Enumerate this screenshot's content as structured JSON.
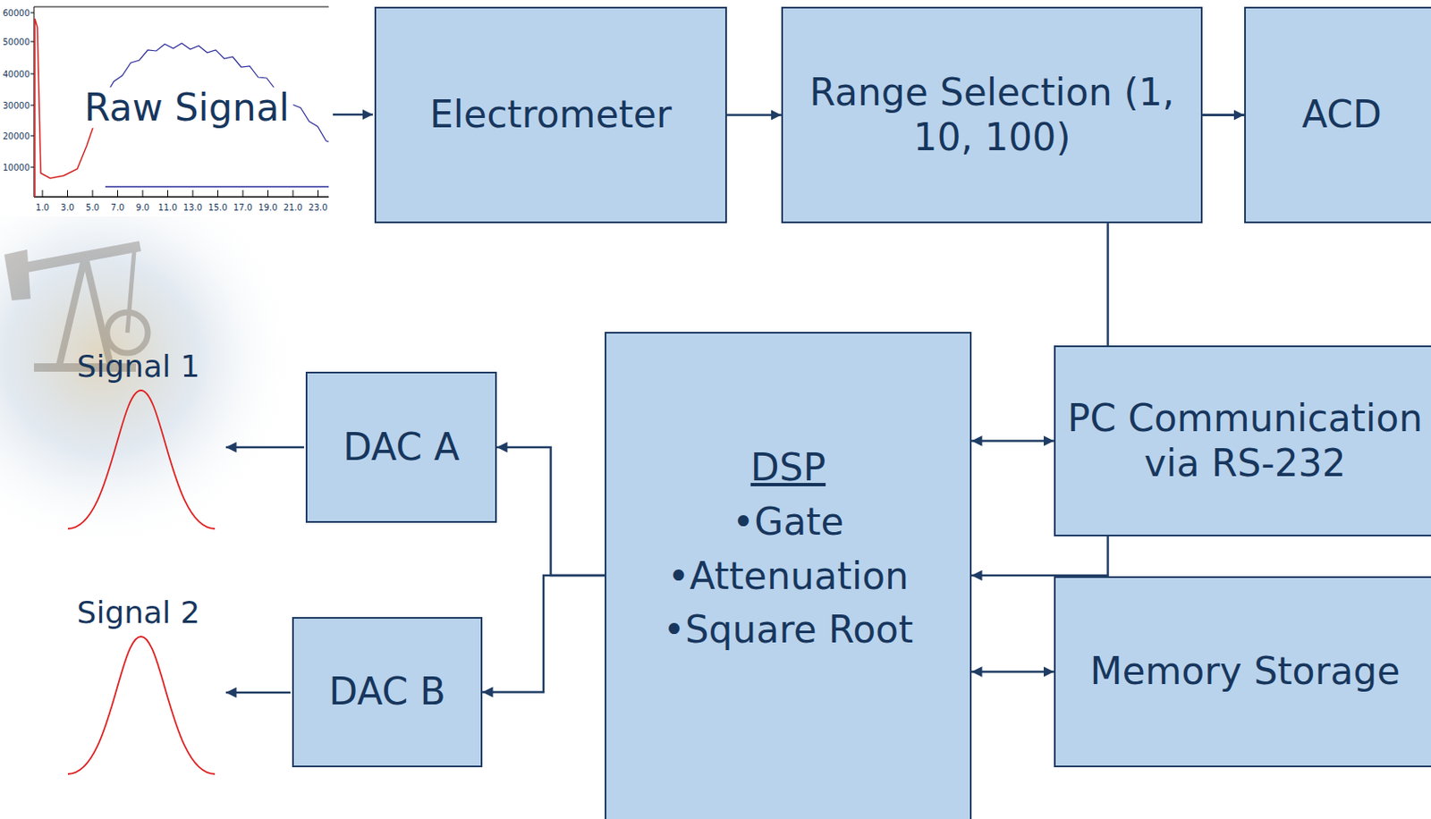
{
  "diagram": {
    "nodes": [
      {
        "text": [
          "Electrometer"
        ]
      },
      {
        "text": [
          "Range Selection (1, 10, 100)"
        ]
      },
      {
        "text": [
          "ACD"
        ]
      },
      {
        "text": [
          "DSP",
          "•Gate",
          "•Attenuation",
          "•Square Root"
        ]
      },
      {
        "text": [
          "PC Communication via RS-232"
        ]
      },
      {
        "text": [
          "Memory Storage"
        ]
      },
      {
        "text": [
          "DAC A"
        ]
      },
      {
        "text": [
          "DAC B"
        ]
      }
    ],
    "edges": [
      {
        "from": 0,
        "to": 1,
        "arrow": "to"
      },
      {
        "from": 1,
        "to": 2,
        "arrow": "to"
      },
      {
        "from": 2,
        "to": 3,
        "arrow": "to"
      },
      {
        "from": 3,
        "to": 4,
        "arrow": "both"
      },
      {
        "from": 3,
        "to": 5,
        "arrow": "both"
      },
      {
        "from": 3,
        "to": 6,
        "arrow": "to"
      },
      {
        "from": 3,
        "to": 7,
        "arrow": "to"
      }
    ],
    "labels": [
      "Raw Signal",
      "60000",
      "50000",
      "40000",
      "30000",
      "20000",
      "10000",
      "1.0",
      "3.0",
      "5.0",
      "7.0",
      "9.0",
      "11.0",
      "13.0",
      "15.0",
      "17.0",
      "19.0",
      "21.0",
      "23.0",
      "Signal 1",
      "Signal 2"
    ]
  }
}
